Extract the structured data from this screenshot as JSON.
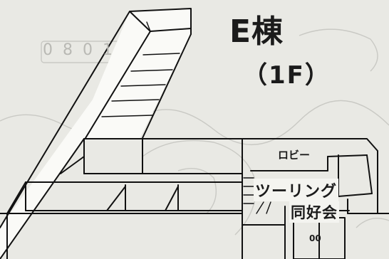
{
  "title": "E棟",
  "floor": "（1F）",
  "rooms": {
    "lobby": "ロビー",
    "club_line1": "ツーリング",
    "club_line2": "同好会"
  },
  "door_mark": "00",
  "ghost_text": "0801",
  "colors": {
    "paper": "#e9e9e4",
    "ink": "#111111",
    "ghost": "#c9c9c4"
  }
}
